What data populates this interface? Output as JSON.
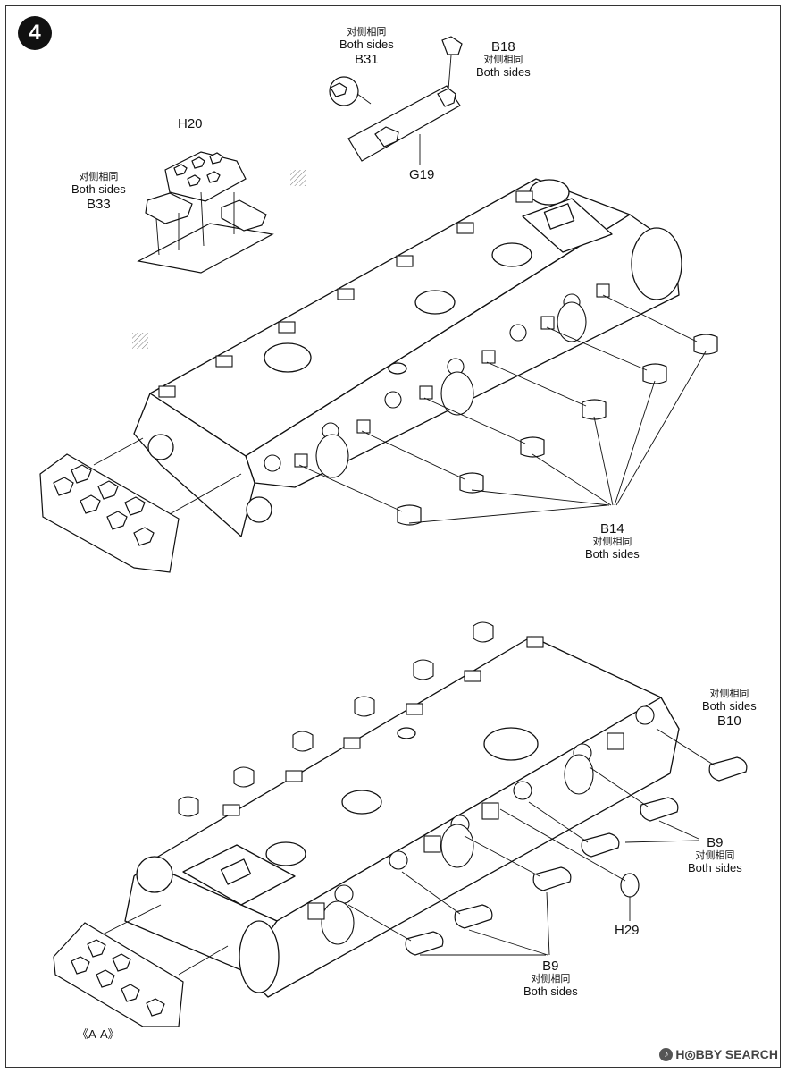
{
  "step_number": "4",
  "labels": {
    "b31": {
      "cn": "对侧相同",
      "en": "Both sides",
      "part": "B31"
    },
    "b18": {
      "part": "B18",
      "cn": "对侧相同",
      "en": "Both sides"
    },
    "g19": {
      "part": "G19"
    },
    "h20": {
      "part": "H20"
    },
    "b33": {
      "cn": "对侧相同",
      "en": "Both sides",
      "part": "B33"
    },
    "b14": {
      "part": "B14",
      "cn": "对侧相同",
      "en": "Both sides"
    },
    "b10": {
      "cn": "对侧相同",
      "en": "Both sides",
      "part": "B10"
    },
    "b9_right": {
      "part": "B9",
      "cn": "对侧相同",
      "en": "Both sides"
    },
    "h29": {
      "part": "H29"
    },
    "b9_bottom": {
      "part": "B9",
      "cn": "对侧相同",
      "en": "Both sides"
    },
    "section_aa": {
      "text": "《A-A》"
    }
  },
  "watermark": {
    "icon": "hobby-search-logo-icon",
    "text": "H◎BBY SEARCH"
  }
}
